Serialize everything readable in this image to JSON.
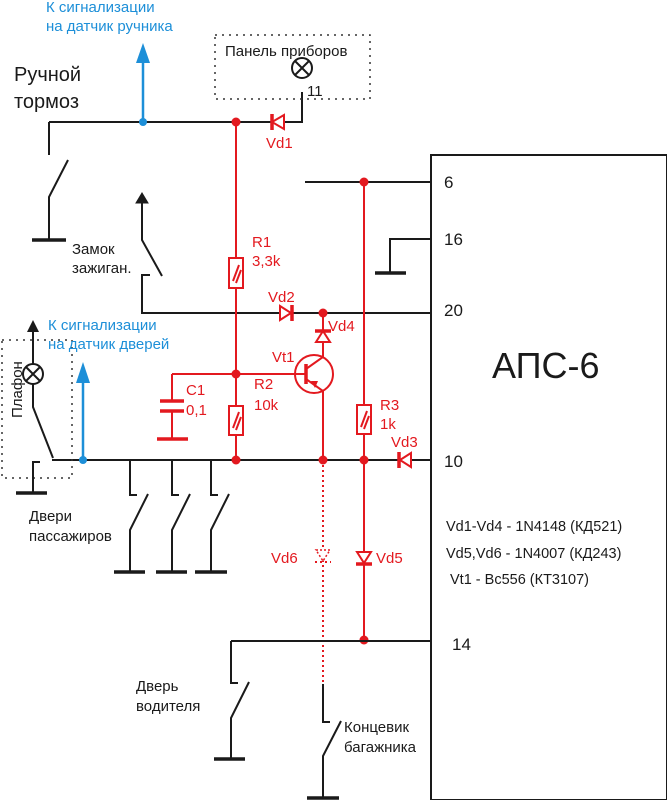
{
  "title": "Схема подключения АПС-6",
  "labels": {
    "handbrake_signal": [
      "К сигнализации",
      "на датчик ручника"
    ],
    "door_signal": [
      "К сигнализации",
      "на датчик дверей"
    ],
    "handbrake": [
      "Ручной",
      "тормоз"
    ],
    "dashboard": "Панель приборов",
    "dashboard_pin": "11",
    "ignition": [
      "Замок",
      "зажиган."
    ],
    "ceiling_light": "Плафон",
    "passenger_doors": [
      "Двери",
      "пассажиров"
    ],
    "driver_door": [
      "Дверь",
      "водителя"
    ],
    "trunk_switch": [
      "Концевик",
      "багажника"
    ]
  },
  "module": {
    "name": "АПС-6",
    "pins": [
      "6",
      "16",
      "20",
      "10",
      "14"
    ]
  },
  "components": {
    "vd1": "Vd1",
    "vd2": "Vd2",
    "vd3": "Vd3",
    "vd4": "Vd4",
    "vd5": "Vd5",
    "vd6": "Vd6",
    "r1": {
      "name": "R1",
      "value": "3,3k"
    },
    "r2": {
      "name": "R2",
      "value": "10k"
    },
    "r3": {
      "name": "R3",
      "value": "1k"
    },
    "c1": {
      "name": "C1",
      "value": "0,1"
    },
    "vt1": "Vt1"
  },
  "notes": [
    "Vd1-Vd4 - 1N4148 (КД521)",
    "Vd5,Vd6 - 1N4007 (КД243)",
    "Vt1 - Bc556 (КТ3107)"
  ],
  "colors": {
    "wire": "#1a1a1a",
    "added_circuit": "#e3191f",
    "signal": "#1d8fd8"
  }
}
